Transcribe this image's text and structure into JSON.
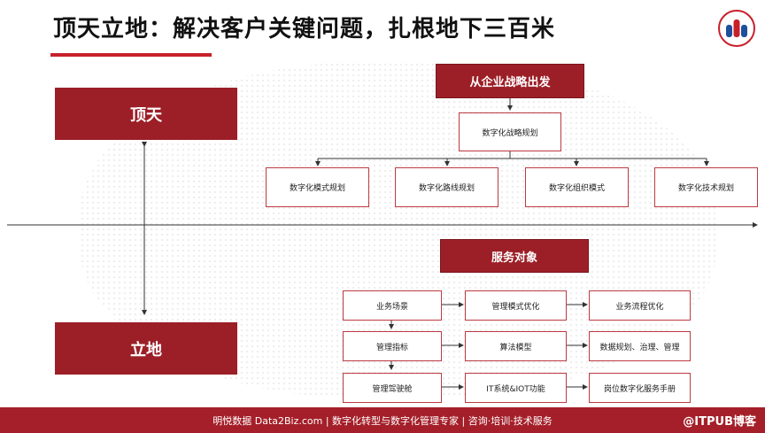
{
  "header": {
    "title": "顶天立地：解决客户关键问题，扎根地下三百米"
  },
  "left": {
    "top_label": "顶天",
    "bottom_label": "立地"
  },
  "strategy": {
    "title": "从企业战略出发",
    "middle": "数字化战略规划",
    "children": [
      "数字化模式规划",
      "数字化路线规划",
      "数字化组织模式",
      "数字化技术规划"
    ]
  },
  "service": {
    "title": "服务对象",
    "grid": [
      [
        "业务场景",
        "管理模式优化",
        "业务流程优化"
      ],
      [
        "管理指标",
        "算法模型",
        "数据规划、治理、管理"
      ],
      [
        "管理驾驶舱",
        "IT系统&IOT功能",
        "岗位数字化服务手册"
      ]
    ]
  },
  "footer": {
    "text": "明悦数据 Data2Biz.com | 数字化转型与数字化管理专家 | 咨询·培训·技术服务",
    "watermark": "@ITPUB博客"
  },
  "colors": {
    "accent": "#9c1f27",
    "red_line": "#c8202b",
    "footer": "#a41f29"
  }
}
